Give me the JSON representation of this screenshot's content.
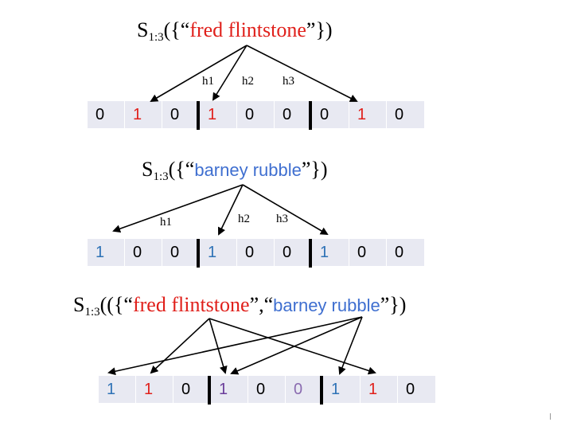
{
  "diagram1": {
    "title": {
      "S": "S",
      "sub": "1:3",
      "open": "({“",
      "item": "fred flintstone",
      "close": "”})"
    },
    "hash_labels": [
      "h1",
      "h2",
      "h3"
    ],
    "bits": [
      "0",
      "1",
      "0",
      "1",
      "0",
      "0",
      "0",
      "1",
      "0"
    ],
    "bit_colors": [
      "black",
      "red",
      "black",
      "red",
      "black",
      "black",
      "black",
      "red",
      "black"
    ]
  },
  "diagram2": {
    "title": {
      "S": "S",
      "sub": "1:3",
      "open": "({“",
      "item": "barney rubble",
      "close": "”})"
    },
    "hash_labels": [
      "h1",
      "h2",
      "h3"
    ],
    "bits": [
      "1",
      "0",
      "0",
      "1",
      "0",
      "0",
      "1",
      "0",
      "0"
    ],
    "bit_colors": [
      "blue",
      "black",
      "black",
      "blue",
      "black",
      "black",
      "blue",
      "black",
      "black"
    ]
  },
  "diagram3": {
    "title": {
      "S": "S",
      "sub": "1:3",
      "open": "(({“",
      "item1": "fred flintstone",
      "sep": "”,“",
      "item2": "barney rubble",
      "close": "”})"
    },
    "bits": [
      "1",
      "1",
      "0",
      "1",
      "0",
      "0",
      "1",
      "1",
      "0"
    ],
    "bit_colors": [
      "blue",
      "red",
      "black",
      "purple",
      "black",
      "violet",
      "blue",
      "red",
      "black"
    ]
  },
  "colors": {
    "red": "#e0201b",
    "blue": "#2e72b6",
    "purple": "#6a3d9a",
    "violet": "#8a6bb0",
    "cell_bg": "#e8e9f2"
  }
}
